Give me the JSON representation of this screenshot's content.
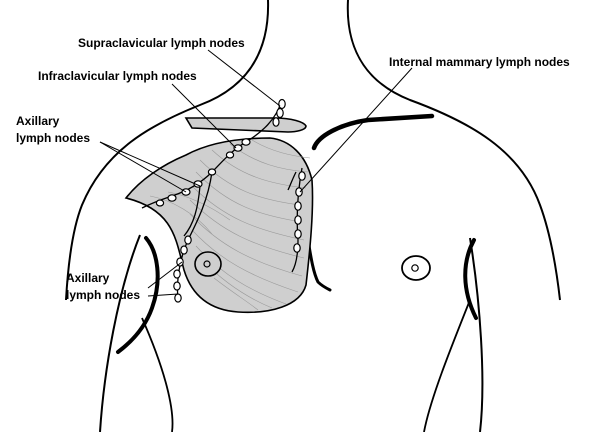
{
  "labels": {
    "supraclavicular": "Supraclavicular lymph nodes",
    "infraclavicular": "Infraclavicular lymph nodes",
    "axillary_upper_line1": "Axillary",
    "axillary_upper_line2": "lymph nodes",
    "internal_mammary": "Internal mammary lymph nodes",
    "axillary_lower_line1": "Axillary",
    "axillary_lower_line2": "lymph nodes"
  },
  "colors": {
    "outline": "#000000",
    "breast_tissue": "#cfcfcf",
    "tissue_lines": "#9a9a9a",
    "node_fill": "#ffffff",
    "background": "#ffffff"
  }
}
